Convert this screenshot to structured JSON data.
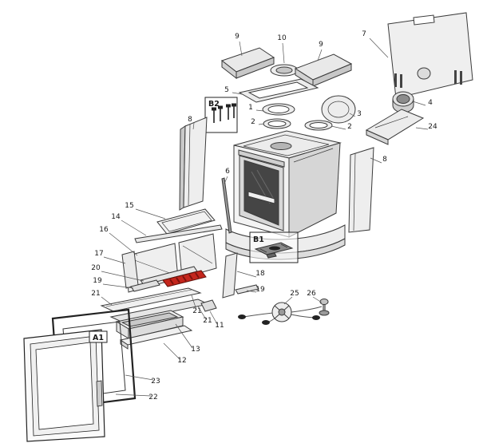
{
  "diagram": {
    "kind": "exploded-parts-diagram",
    "highlight_color": "#c4261d",
    "highlight_stripe_color": "#7d120d",
    "labels": [
      {
        "name": "top-plate-left",
        "text": "9"
      },
      {
        "name": "flue-ring",
        "text": "10"
      },
      {
        "name": "top-plate-right",
        "text": "9"
      },
      {
        "name": "back-panel",
        "text": "7"
      },
      {
        "name": "top-frame",
        "text": "5"
      },
      {
        "name": "screw-set",
        "text": "B2"
      },
      {
        "name": "ring-outer",
        "text": "1"
      },
      {
        "name": "ring-left",
        "text": "2"
      },
      {
        "name": "blanking-plate",
        "text": "3"
      },
      {
        "name": "ring-right",
        "text": "2"
      },
      {
        "name": "flue-collar",
        "text": "4"
      },
      {
        "name": "rear-bracket",
        "text": "24"
      },
      {
        "name": "side-panel-left",
        "text": "8"
      },
      {
        "name": "side-panel-right",
        "text": "8"
      },
      {
        "name": "rod",
        "text": "6"
      },
      {
        "name": "baffle-plate",
        "text": "15"
      },
      {
        "name": "support-rod",
        "text": "14"
      },
      {
        "name": "firebrick-panels",
        "text": "16"
      },
      {
        "name": "grate-assembly",
        "text": "B1"
      },
      {
        "name": "side-strip-left",
        "text": "17"
      },
      {
        "name": "support-bar",
        "text": "20"
      },
      {
        "name": "grate-bar-left",
        "text": "19"
      },
      {
        "name": "side-strip-right",
        "text": "18"
      },
      {
        "name": "grate-bar-right",
        "text": "19"
      },
      {
        "name": "trim-upper",
        "text": "21"
      },
      {
        "name": "trim-right-end",
        "text": "21"
      },
      {
        "name": "trim-lower",
        "text": "21"
      },
      {
        "name": "small-bracket",
        "text": "11"
      },
      {
        "name": "damper-wheel",
        "text": "25"
      },
      {
        "name": "leveling-foot",
        "text": "26"
      },
      {
        "name": "ash-pan",
        "text": "13"
      },
      {
        "name": "base-plate",
        "text": "12"
      },
      {
        "name": "door-gasket",
        "text": "23"
      },
      {
        "name": "glass-gasket",
        "text": "22"
      },
      {
        "name": "door-assembly",
        "text": "A1"
      }
    ]
  }
}
